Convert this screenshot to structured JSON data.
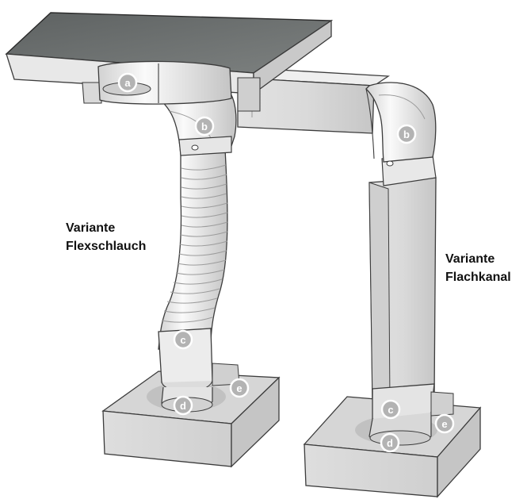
{
  "labels": {
    "flex": {
      "line1": "Variante",
      "line2": "Flexschlauch"
    },
    "flach": {
      "line1": "Variante",
      "line2": "Flachkanal"
    }
  },
  "markers": {
    "a": "a",
    "b_left": "b",
    "b_right": "b",
    "c_left": "c",
    "c_right": "c",
    "d_left": "d",
    "d_right": "d",
    "e_left": "e",
    "e_right": "e"
  },
  "colors": {
    "hob_top": "#707473",
    "hob_edge": "#e6e6e6",
    "duct_light": "#f0f0f0",
    "duct_mid": "#d8d8d8",
    "duct_dark": "#bcbcbc",
    "marker": "#b3b3b3",
    "stroke": "#3c3c3c"
  }
}
